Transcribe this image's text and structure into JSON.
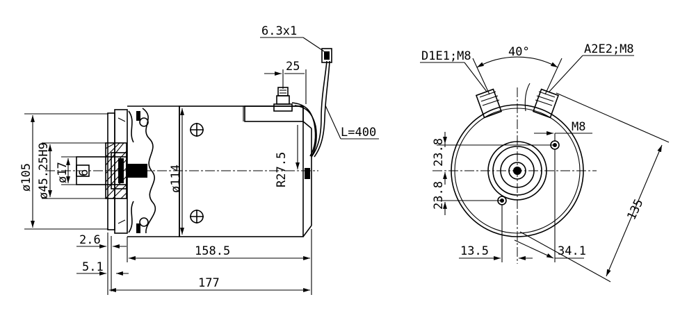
{
  "side_view": {
    "dia_105": "ø105",
    "dia_45": "ø45.25H9",
    "dia_17": "ø17",
    "dim_6": "6",
    "dia_114": "ø114",
    "r_27_5": "R27.5",
    "dim_25": "25",
    "wire_terminal": "6.3x1",
    "wire_length": "L=400",
    "dim_2_6": "2.6",
    "dim_5_1": "5.1",
    "dim_158_5": "158.5",
    "dim_177": "177"
  },
  "end_view": {
    "terminal_left": "D1E1;M8",
    "terminal_right": "A2E2;M8",
    "angle_40": "40°",
    "thread_m8": "M8",
    "dim_23_8_top": "23.8",
    "dim_23_8_bottom": "23.8",
    "dim_13_5": "13.5",
    "dim_34_1": "34.1",
    "dim_135": "135"
  }
}
